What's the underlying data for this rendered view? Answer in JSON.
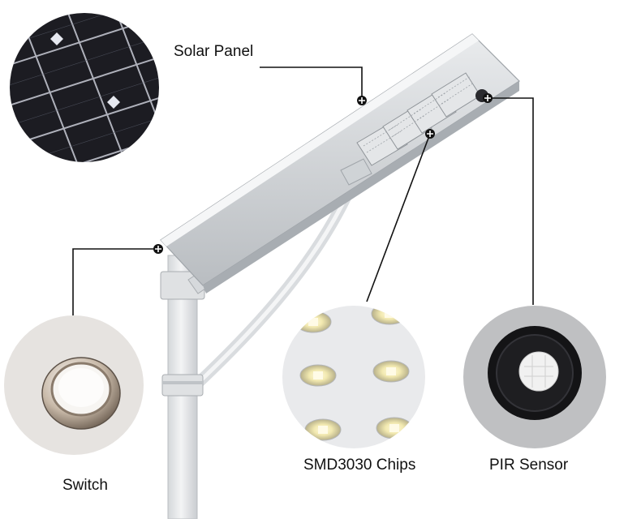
{
  "labels": {
    "solar_panel": "Solar Panel",
    "switch": "Switch",
    "smd_chips": "SMD3030 Chips",
    "pir_sensor": "PIR Sensor"
  },
  "colors": {
    "leader_line": "#111111",
    "marker": "#111111",
    "panel_cell": "#1c1c22",
    "housing": "#cfd3d6",
    "pole": "#e4e6e8"
  }
}
